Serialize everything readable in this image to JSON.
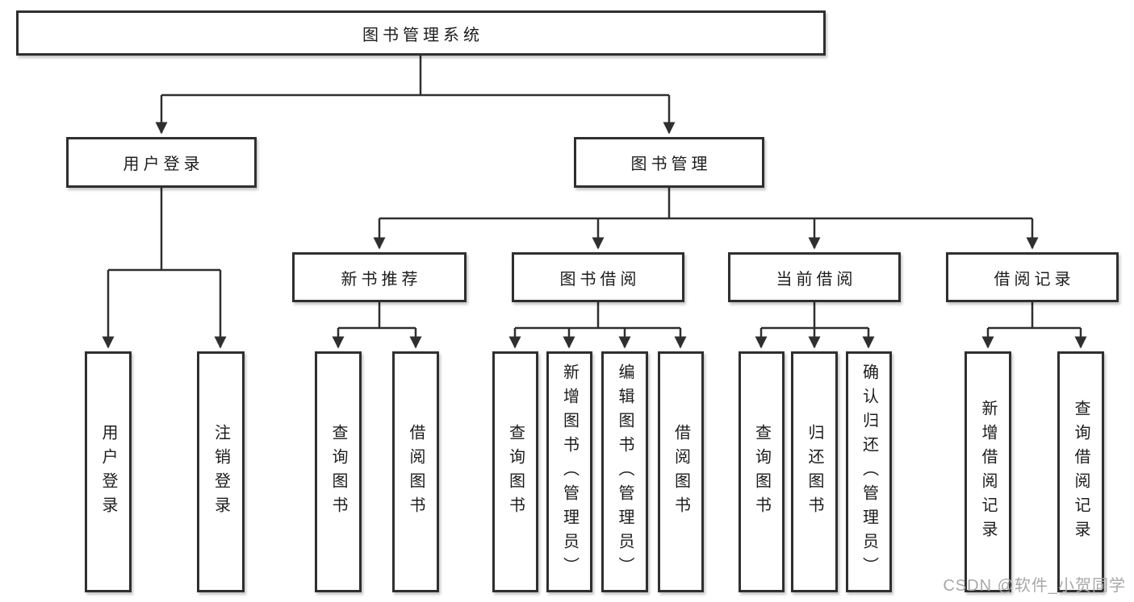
{
  "title": "图书管理系统",
  "level2": {
    "user": "用户登录",
    "books": "图书管理"
  },
  "level3": {
    "recommend": "新书推荐",
    "borrow": "图书借阅",
    "current": "当前借阅",
    "records": "借阅记录"
  },
  "leaves": {
    "user": [
      "用户登录",
      "注销登录"
    ],
    "recommend": [
      "查询图书",
      "借阅图书"
    ],
    "borrow": [
      "查询图书",
      "新增图书（管理员）",
      "编辑图书（管理员）",
      "借阅图书"
    ],
    "current": [
      "查询图书",
      "归还图书",
      "确认归还（管理员）"
    ],
    "records": [
      "新增借阅记录",
      "查询借阅记录"
    ]
  },
  "watermark": "CSDN @软件_小贺同学",
  "colors": {
    "line": "#2f2f2f",
    "text": "#1c1c1c",
    "watermark": "#a8a8a8",
    "background": "#ffffff"
  }
}
